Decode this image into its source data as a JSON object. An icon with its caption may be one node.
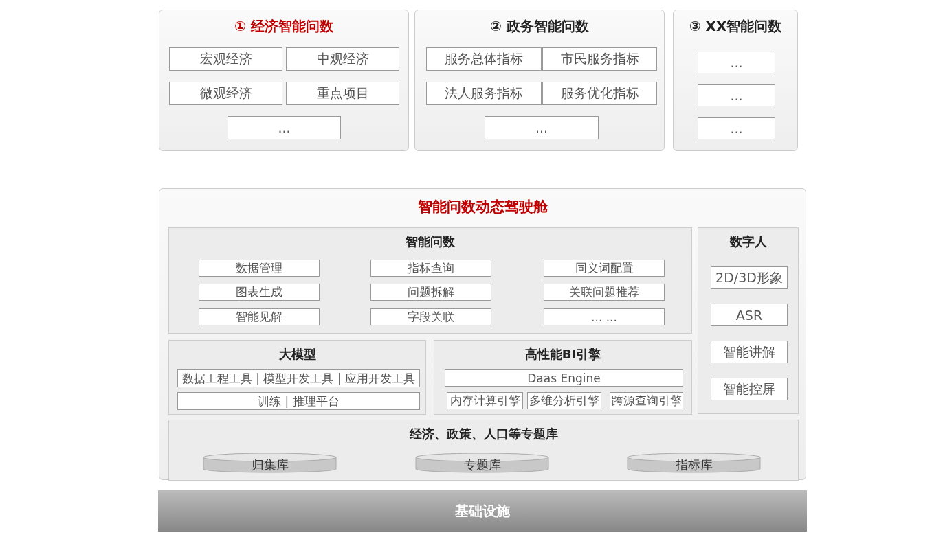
{
  "diagram": {
    "nodes": [
      {
        "text": [
          "① 经济智能问数"
        ]
      },
      {
        "text": [
          "宏观经济"
        ],
        "in": 0
      },
      {
        "text": [
          "中观经济"
        ],
        "in": 0
      },
      {
        "text": [
          "微观经济"
        ],
        "in": 0
      },
      {
        "text": [
          "重点项目"
        ],
        "in": 0
      },
      {
        "text": [
          "..."
        ],
        "in": 0
      },
      {
        "text": [
          "② 政务智能问数"
        ]
      },
      {
        "text": [
          "服务总体指标"
        ],
        "in": 6
      },
      {
        "text": [
          "市民服务指标"
        ],
        "in": 6
      },
      {
        "text": [
          "法人服务指标"
        ],
        "in": 6
      },
      {
        "text": [
          "服务优化指标"
        ],
        "in": 6
      },
      {
        "text": [
          "..."
        ],
        "in": 6
      },
      {
        "text": [
          "③ XX智能问数"
        ]
      },
      {
        "text": [
          "..."
        ],
        "in": 12
      },
      {
        "text": [
          "..."
        ],
        "in": 12
      },
      {
        "text": [
          "..."
        ],
        "in": 12
      },
      {
        "text": [
          "智能问数动态驾驶舱"
        ]
      },
      {
        "text": [
          "智能问数"
        ],
        "in": 16
      },
      {
        "text": [
          "数据管理"
        ],
        "in": 17
      },
      {
        "text": [
          "指标查询"
        ],
        "in": 17
      },
      {
        "text": [
          "同义词配置"
        ],
        "in": 17
      },
      {
        "text": [
          "图表生成"
        ],
        "in": 17
      },
      {
        "text": [
          "问题拆解"
        ],
        "in": 17
      },
      {
        "text": [
          "关联问题推荐"
        ],
        "in": 17
      },
      {
        "text": [
          "智能见解"
        ],
        "in": 17
      },
      {
        "text": [
          "字段关联"
        ],
        "in": 17
      },
      {
        "text": [
          "... ..."
        ],
        "in": 17
      },
      {
        "text": [
          "数字人"
        ],
        "in": 16
      },
      {
        "text": [
          "2D/3D形象"
        ],
        "in": 27
      },
      {
        "text": [
          "ASR"
        ],
        "in": 27
      },
      {
        "text": [
          "智能讲解"
        ],
        "in": 27
      },
      {
        "text": [
          "智能控屏"
        ],
        "in": 27
      },
      {
        "text": [
          "大模型"
        ],
        "in": 16
      },
      {
        "text": [
          "数据工程工具 | 模型开发工具 | 应用开发工具"
        ],
        "in": 32
      },
      {
        "text": [
          "训练 | 推理平台"
        ],
        "in": 32
      },
      {
        "text": [
          "高性能BI引擎"
        ],
        "in": 16
      },
      {
        "text": [
          "Daas Engine"
        ],
        "in": 35
      },
      {
        "text": [
          "内存计算引擎"
        ],
        "in": 35
      },
      {
        "text": [
          "多维分析引擎"
        ],
        "in": 35
      },
      {
        "text": [
          "跨源查询引擎"
        ],
        "in": 35
      },
      {
        "text": [
          "经济、政策、人口等专题库"
        ],
        "in": 16
      },
      {
        "text": [
          "归集库"
        ],
        "in": 40
      },
      {
        "text": [
          "专题库"
        ],
        "in": 40
      },
      {
        "text": [
          "指标库"
        ],
        "in": 40
      },
      {
        "text": [
          "基础设施"
        ]
      }
    ],
    "edges": []
  }
}
